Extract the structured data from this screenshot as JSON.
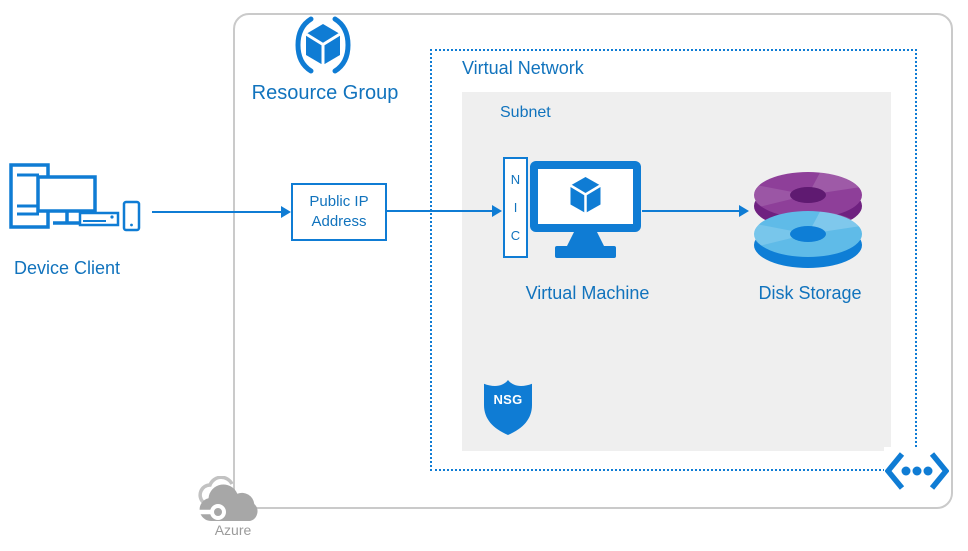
{
  "colors": {
    "primary": "#0f7cd4",
    "label": "#1173bd",
    "subnet_bg": "#efefef",
    "container_border": "#cacaca",
    "disk_purple_top": "#8e3f99",
    "disk_purple_side": "#6f2180",
    "disk_purple_hole": "#5f1a71",
    "disk_blue_top": "#5fbbe8",
    "disk_blue_side": "#0e7ed6",
    "cloud_gray": "#a7a7a7",
    "azure_text": "#9b9b9b"
  },
  "diagram": {
    "device_client": {
      "label": "Device Client"
    },
    "resource_group": {
      "label": "Resource Group"
    },
    "public_ip": {
      "line1": "Public IP",
      "line2": "Address"
    },
    "virtual_network": {
      "label": "Virtual Network"
    },
    "subnet": {
      "label": "Subnet"
    },
    "nic": {
      "letters": {
        "0": "N",
        "1": "I",
        "2": "C"
      }
    },
    "virtual_machine": {
      "label": "Virtual Machine"
    },
    "disk_storage": {
      "label": "Disk Storage"
    },
    "nsg": {
      "label": "NSG"
    },
    "azure": {
      "label": "Azure"
    }
  }
}
